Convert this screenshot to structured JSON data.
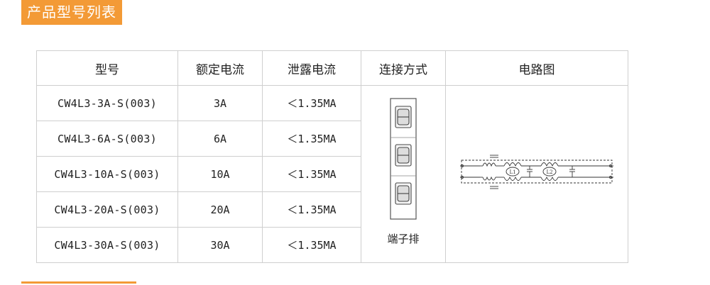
{
  "section": {
    "title": "产品型号列表"
  },
  "table": {
    "headers": [
      "型号",
      "额定电流",
      "泄露电流",
      "连接方式",
      "电路图"
    ],
    "rows": [
      {
        "model": "CW4L3-3A-S(003)",
        "rated": "3A",
        "leakage": "＜1.35MA"
      },
      {
        "model": "CW4L3-6A-S(003)",
        "rated": "6A",
        "leakage": "＜1.35MA"
      },
      {
        "model": "CW4L3-10A-S(003)",
        "rated": "10A",
        "leakage": "＜1.35MA"
      },
      {
        "model": "CW4L3-20A-S(003)",
        "rated": "20A",
        "leakage": "＜1.35MA"
      },
      {
        "model": "CW4L3-30A-S(003)",
        "rated": "30A",
        "leakage": "＜1.35MA"
      }
    ],
    "connection_label": "端子排",
    "circuit_labels": {
      "inductor_1": "L1",
      "inductor_2": "L2"
    }
  },
  "colors": {
    "accent": "#f39a36",
    "border": "#cfcfcf"
  }
}
